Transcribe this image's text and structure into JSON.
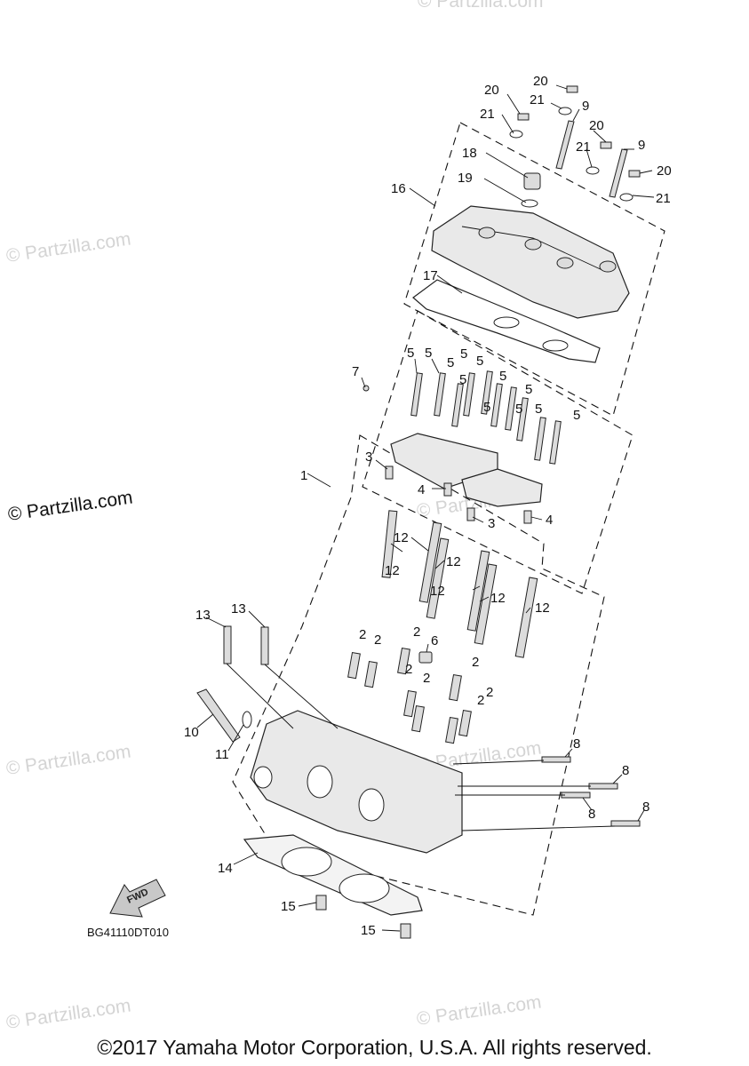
{
  "watermarks": {
    "top": "© Partzilla.com",
    "upper_left": "© Partzilla.com",
    "middle_left": "© Partzilla.com",
    "middle_center": "© Partzilla.com",
    "lower_left": "© Partzilla.com",
    "lower_center": "© Partzilla.com",
    "bottom_left": "© Partzilla.com",
    "bottom_center": "© Partzilla.com"
  },
  "callouts": {
    "c1": "1",
    "c2a": "2",
    "c2b": "2",
    "c2c": "2",
    "c2d": "2",
    "c2e": "2",
    "c2f": "2",
    "c2g": "2",
    "c2h": "2",
    "c3a": "3",
    "c3b": "3",
    "c4a": "4",
    "c4b": "4",
    "c5a": "5",
    "c5b": "5",
    "c5c": "5",
    "c5d": "5",
    "c5e": "5",
    "c5f": "5",
    "c5g": "5",
    "c5h": "5",
    "c5i": "5",
    "c5j": "5",
    "c5k": "5",
    "c5l": "5",
    "c6": "6",
    "c7": "7",
    "c8a": "8",
    "c8b": "8",
    "c8c": "8",
    "c8d": "8",
    "c9a": "9",
    "c9b": "9",
    "c10": "10",
    "c11": "11",
    "c12a": "12",
    "c12b": "12",
    "c12c": "12",
    "c12d": "12",
    "c12e": "12",
    "c12f": "12",
    "c13a": "13",
    "c13b": "13",
    "c14": "14",
    "c15a": "15",
    "c15b": "15",
    "c16": "16",
    "c17": "17",
    "c18": "18",
    "c19": "19",
    "c20a": "20",
    "c20b": "20",
    "c20c": "20",
    "c20d": "20",
    "c21a": "21",
    "c21b": "21",
    "c21c": "21",
    "c21d": "21"
  },
  "fwd_label": "FWD",
  "diagram_code": "BG41110DT010",
  "copyright": "©2017 Yamaha Motor Corporation, U.S.A. All rights reserved."
}
